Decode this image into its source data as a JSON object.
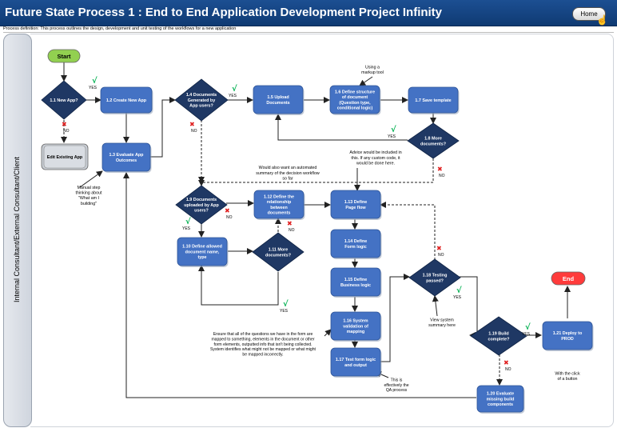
{
  "header": {
    "title": "Future State Process 1 : End to End Application Development Project Infinity",
    "home_label": "Home",
    "definition": "Process definition: This process outlines the design, development and unit testing of the workflows for a new application"
  },
  "lane_label": "Internal Consultant/External Consultant/Client",
  "colors": {
    "process": "#4472c4",
    "decision": "#1f3864",
    "start": "#92d050",
    "end": "#ff3b3b",
    "yes": "#00b050",
    "no": "#e02020"
  },
  "nodes": {
    "start": "Start",
    "end": "End",
    "n1_1": [
      "1.1 New App?"
    ],
    "n1_2": [
      "1.2 Create New App"
    ],
    "edit": [
      "Edit Existing App"
    ],
    "n1_3": [
      "1.3 Evaluate App",
      "Outcomes"
    ],
    "n1_4": [
      "1.4 Documents",
      "Generated by",
      "App users?"
    ],
    "n1_5": [
      "1.5 Upload",
      "Documents"
    ],
    "n1_6": [
      "1.6 Define structure",
      "of document",
      "(Question type,",
      "conditional logic)"
    ],
    "n1_7": [
      "1.7 Save template"
    ],
    "n1_8": [
      "1.8 More",
      "documents?"
    ],
    "n1_9": [
      "1.9 Documents",
      "uploaded by App",
      "users?"
    ],
    "n1_10": [
      "1.10 Define allowed",
      "document name,",
      "type"
    ],
    "n1_11": [
      "1.11 More",
      "documents?"
    ],
    "n1_12": [
      "1.12 Define the",
      "relationship",
      "between",
      "documents"
    ],
    "n1_13": [
      "1.13 Define",
      "Page flow"
    ],
    "n1_14": [
      "1.14 Define",
      "Form logic"
    ],
    "n1_15": [
      "1.15 Define",
      "Business logic"
    ],
    "n1_16": [
      "1.16 System",
      "validation of",
      "mapping"
    ],
    "n1_17": [
      "1.17 Test form logic",
      "and output"
    ],
    "n1_18": [
      "1.18 Testing",
      "passed?"
    ],
    "n1_19": [
      "1.19 Build",
      "complete?"
    ],
    "n1_20": [
      "1.20 Evaluate",
      "missing build",
      "components"
    ],
    "n1_21": [
      "1.21 Deploy to",
      "PROD"
    ]
  },
  "labels": {
    "yes": "YES",
    "no": "NO",
    "check": "√",
    "cross": "✖"
  },
  "notes": {
    "markup": [
      "Using a",
      "markup tool"
    ],
    "manual": [
      "Manual step",
      "thinking about",
      "\"What am I",
      "building\""
    ],
    "automated": [
      "Would also want an automated",
      "summary of the decision workflow",
      "so far"
    ],
    "advice": [
      "Advice would be included in",
      "this. If any custom code, it",
      "would be done here."
    ],
    "view": [
      "View system",
      "summary here"
    ],
    "ensure": [
      "Ensure that all of the questions we have in the form are",
      "mapped to something, elements in the document or other",
      "form elements, outputted info that isn't being collected.",
      "System identifies what might not be mapped or what might",
      "be mapped incorrectly."
    ],
    "qa": [
      "This is",
      "effectively the",
      "QA process"
    ],
    "click": [
      "With the click",
      "of a button"
    ]
  }
}
